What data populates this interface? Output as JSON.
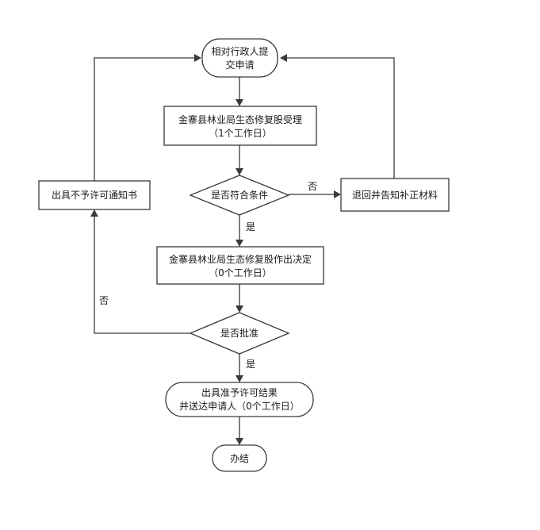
{
  "nodes": {
    "start": {
      "line1": "相对行政人提",
      "line2": "交申请"
    },
    "accept": {
      "line1": "金寨县林业局生态修复股受理",
      "line2": "（1个工作日）"
    },
    "cond": {
      "text": "是否符合条件"
    },
    "return": {
      "text": "退回并告知补正材料"
    },
    "decide": {
      "line1": "金寨县林业局生态修复股作出决定",
      "line2": "（0个工作日）"
    },
    "approve": {
      "text": "是否批准"
    },
    "deny": {
      "text": "出具不予许可通知书"
    },
    "result": {
      "line1": "出具准予许可结果",
      "line2": "并送达申请人（0个工作日）"
    },
    "end": {
      "text": "办结"
    }
  },
  "edge_labels": {
    "cond_no": "否",
    "cond_yes": "是",
    "approve_no": "否",
    "approve_yes": "是"
  }
}
